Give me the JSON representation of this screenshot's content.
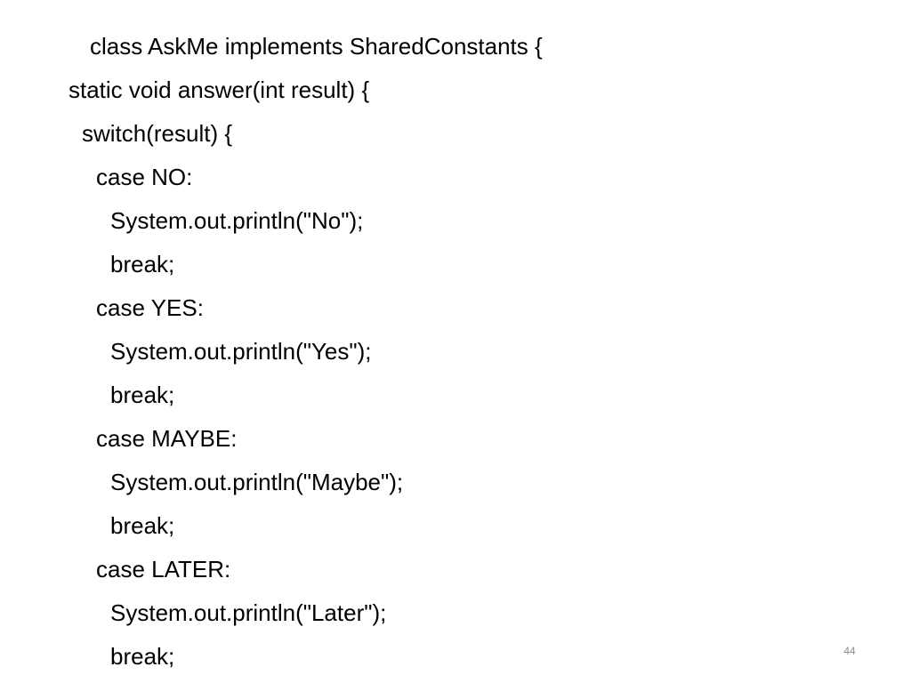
{
  "slide": {
    "code_lines": [
      "class AskMe implements SharedConstants {",
      "static void answer(int result) {",
      "switch(result) {",
      "case NO:",
      "System.out.println(\"No\");",
      "break;",
      "case YES:",
      "System.out.println(\"Yes\");",
      "break;",
      "case MAYBE:",
      "System.out.println(\"Maybe\");",
      "break;",
      "case LATER:",
      "System.out.println(\"Later\");",
      "break;"
    ],
    "page_number": "44"
  },
  "colors": {
    "background": "#ffffff",
    "text": "#000000",
    "page_number": "#8c8c8c"
  }
}
